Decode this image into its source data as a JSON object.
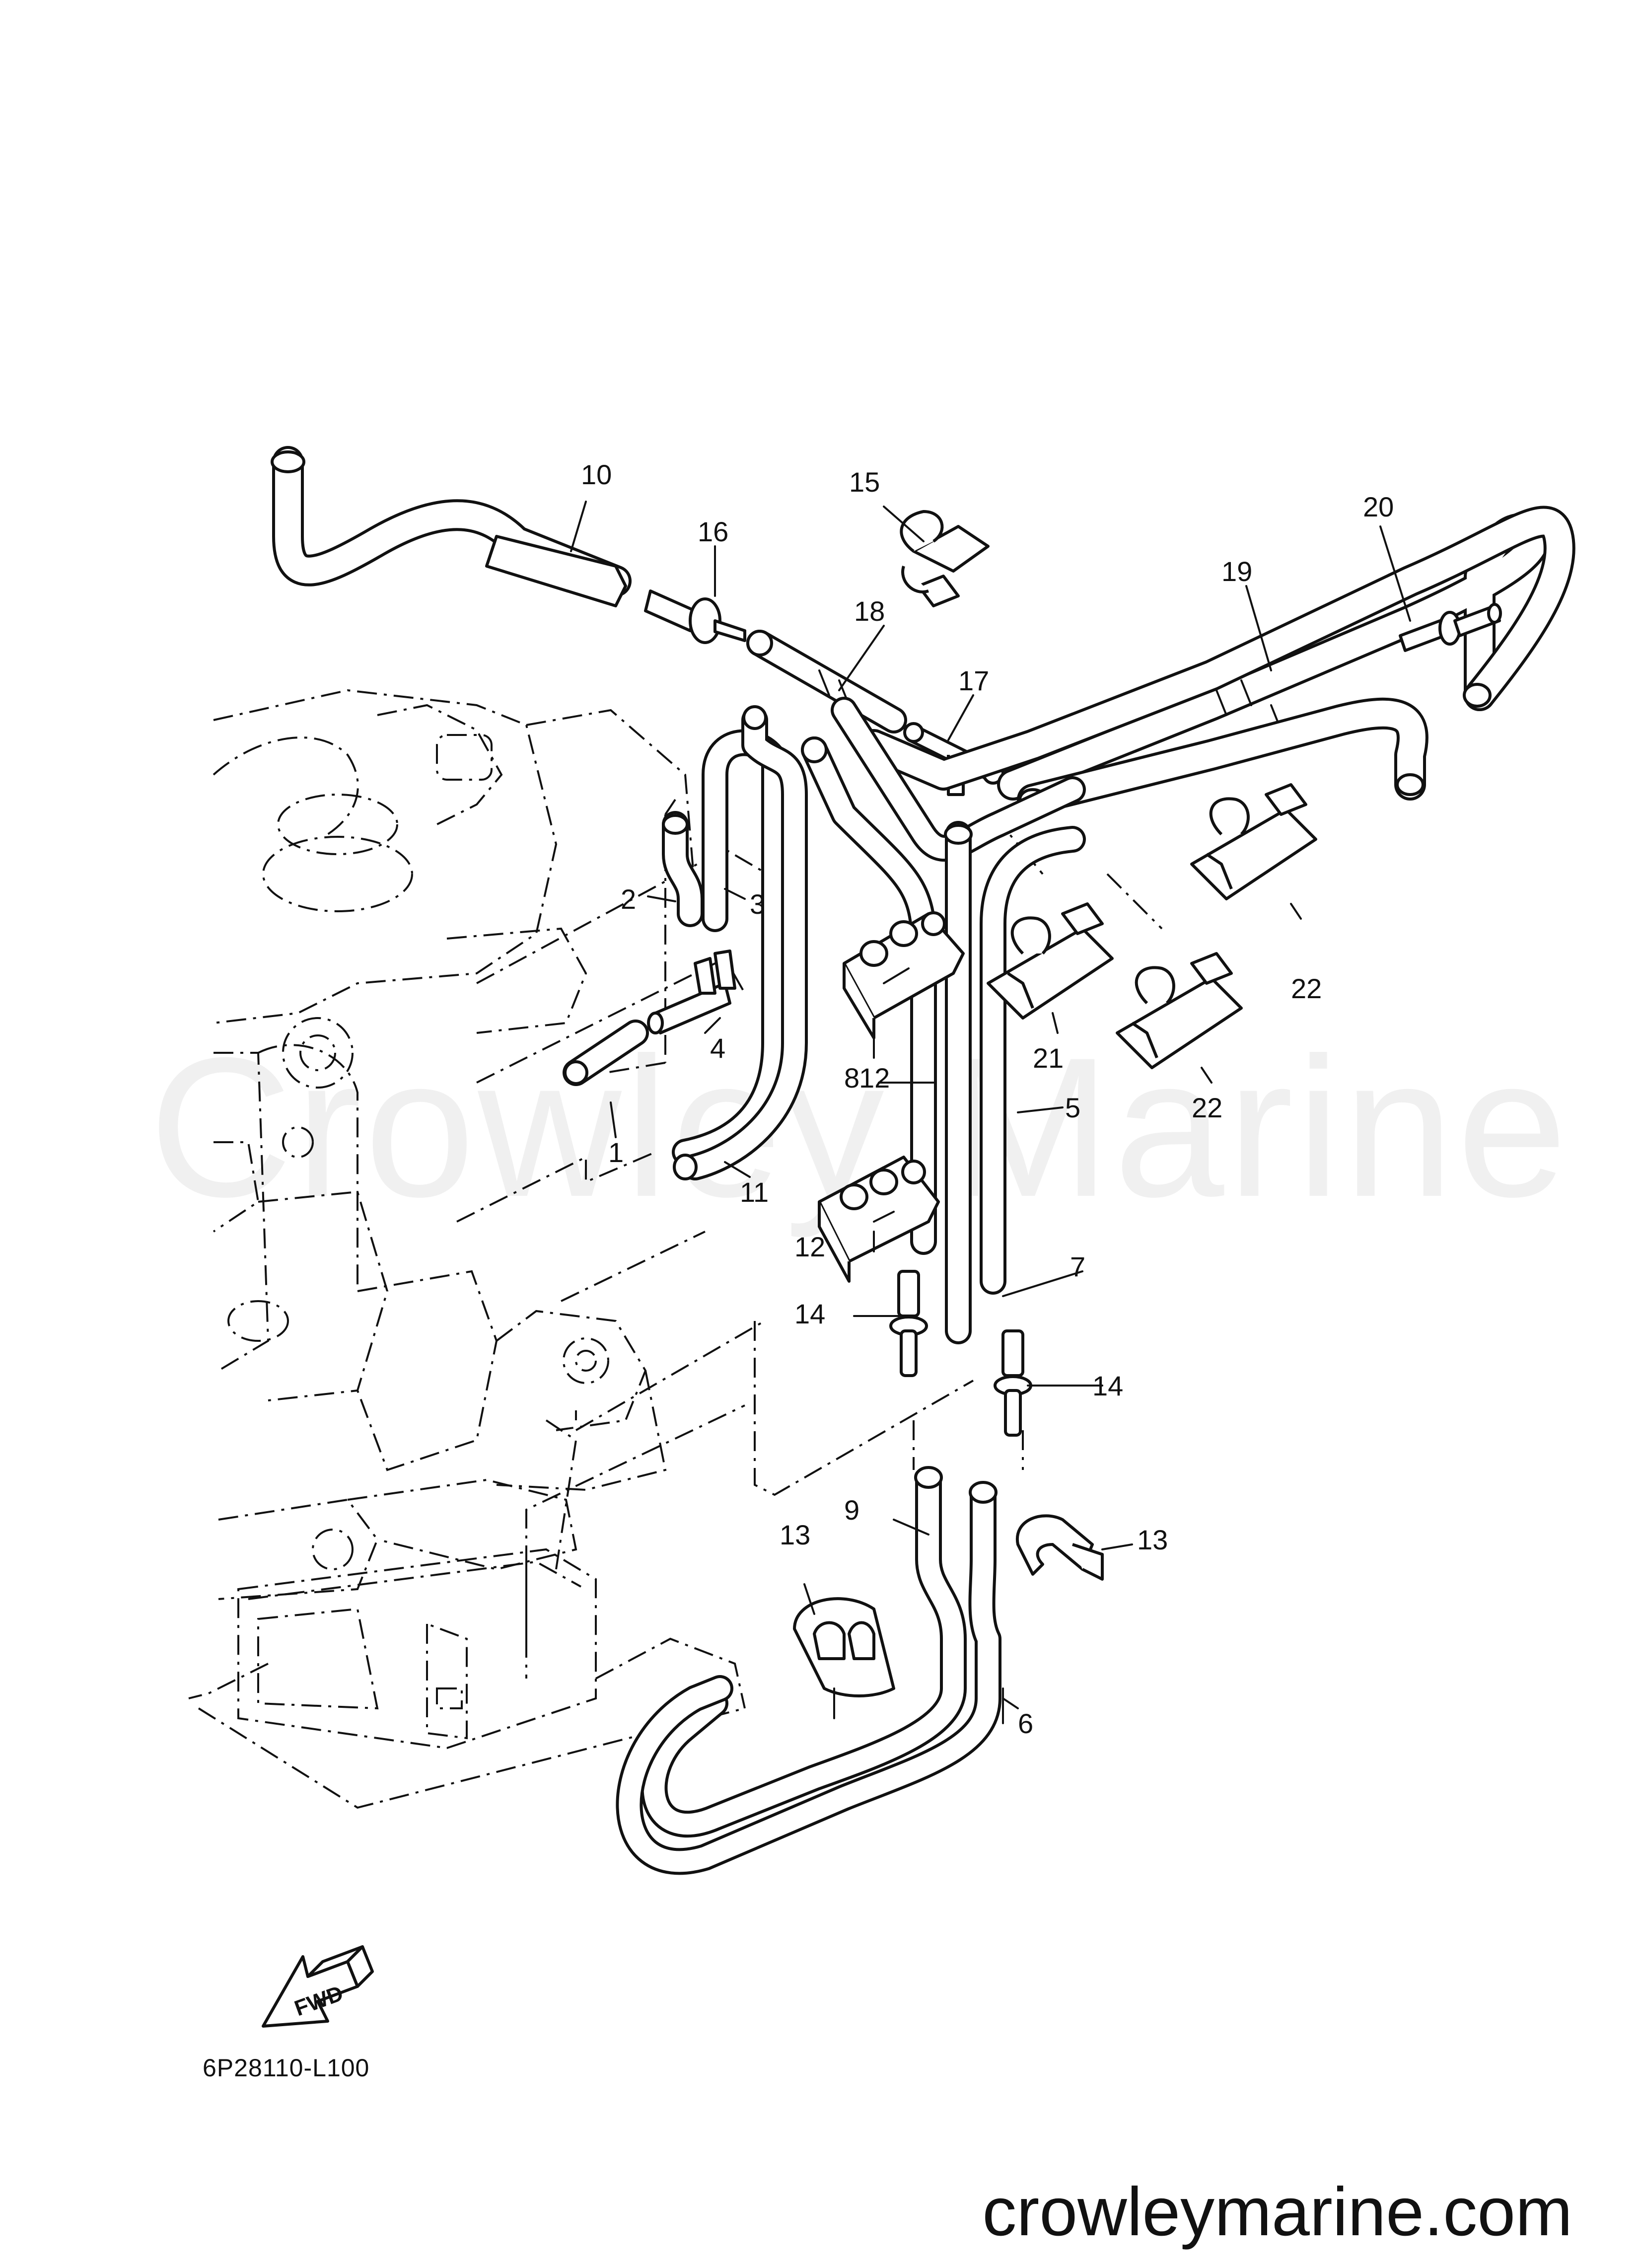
{
  "diagram": {
    "watermark": "Crowley Marine",
    "fwd_label": "FWD",
    "drawing_code": "6P28110-L100",
    "site_url": "crowleymarine.com",
    "callouts": [
      "1",
      "2",
      "3",
      "4",
      "5",
      "6",
      "7",
      "8",
      "9",
      "10",
      "11",
      "12",
      "12",
      "13",
      "13",
      "14",
      "14",
      "15",
      "16",
      "17",
      "18",
      "19",
      "20",
      "21",
      "22",
      "22"
    ]
  }
}
